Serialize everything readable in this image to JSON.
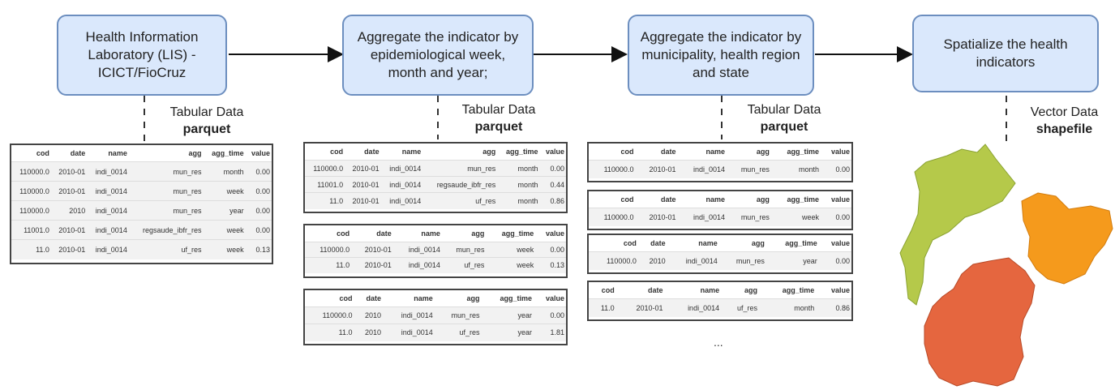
{
  "steps": [
    {
      "text": "Health Information Laboratory (LIS) - ICICT/FioCruz"
    },
    {
      "text": "Aggregate the indicator by epidemiological week, month and year;"
    },
    {
      "text": "Aggregate the indicator by municipality, health region and state"
    },
    {
      "text": "Spatialize the health indicators"
    }
  ],
  "labels": [
    {
      "line1": "Tabular Data",
      "format": "parquet"
    },
    {
      "line1": "Tabular Data",
      "format": "parquet"
    },
    {
      "line1": "Tabular Data",
      "format": "parquet"
    },
    {
      "line1": "Vector Data",
      "format": "shapefile"
    }
  ],
  "columns": [
    "cod",
    "date",
    "name",
    "agg",
    "agg_time",
    "value"
  ],
  "tables": {
    "t1": [
      [
        "110000.0",
        "2010-01",
        "indi_0014",
        "mun_res",
        "month",
        "0.00"
      ],
      [
        "110000.0",
        "2010-01",
        "indi_0014",
        "mun_res",
        "week",
        "0.00"
      ],
      [
        "110000.0",
        "2010",
        "indi_0014",
        "mun_res",
        "year",
        "0.00"
      ],
      [
        "11001.0",
        "2010-01",
        "indi_0014",
        "regsaude_ibfr_res",
        "week",
        "0.00"
      ],
      [
        "11.0",
        "2010-01",
        "indi_0014",
        "uf_res",
        "week",
        "0.13"
      ]
    ],
    "t2a": [
      [
        "110000.0",
        "2010-01",
        "indi_0014",
        "mun_res",
        "month",
        "0.00"
      ],
      [
        "11001.0",
        "2010-01",
        "indi_0014",
        "regsaude_ibfr_res",
        "month",
        "0.44"
      ],
      [
        "11.0",
        "2010-01",
        "indi_0014",
        "uf_res",
        "month",
        "0.86"
      ]
    ],
    "t2b": [
      [
        "110000.0",
        "2010-01",
        "indi_0014",
        "mun_res",
        "week",
        "0.00"
      ],
      [
        "11.0",
        "2010-01",
        "indi_0014",
        "uf_res",
        "week",
        "0.13"
      ]
    ],
    "t2c": [
      [
        "110000.0",
        "2010",
        "indi_0014",
        "mun_res",
        "year",
        "0.00"
      ],
      [
        "11.0",
        "2010",
        "indi_0014",
        "uf_res",
        "year",
        "1.81"
      ]
    ],
    "t3a": [
      [
        "110000.0",
        "2010-01",
        "indi_0014",
        "mun_res",
        "month",
        "0.00"
      ]
    ],
    "t3b": [
      [
        "110000.0",
        "2010-01",
        "indi_0014",
        "mun_res",
        "week",
        "0.00"
      ]
    ],
    "t3c": [
      [
        "110000.0",
        "2010",
        "indi_0014",
        "mun_res",
        "year",
        "0.00"
      ]
    ],
    "t3d": [
      [
        "11.0",
        "2010-01",
        "indi_0014",
        "uf_res",
        "month",
        "0.86"
      ]
    ]
  },
  "ellipsis": "...",
  "colors": {
    "box_fill": "#dae8fc",
    "box_stroke": "#6c8ebf",
    "map_green": "#b5c94a",
    "map_orange": "#f59a1c",
    "map_red": "#e5663f"
  }
}
